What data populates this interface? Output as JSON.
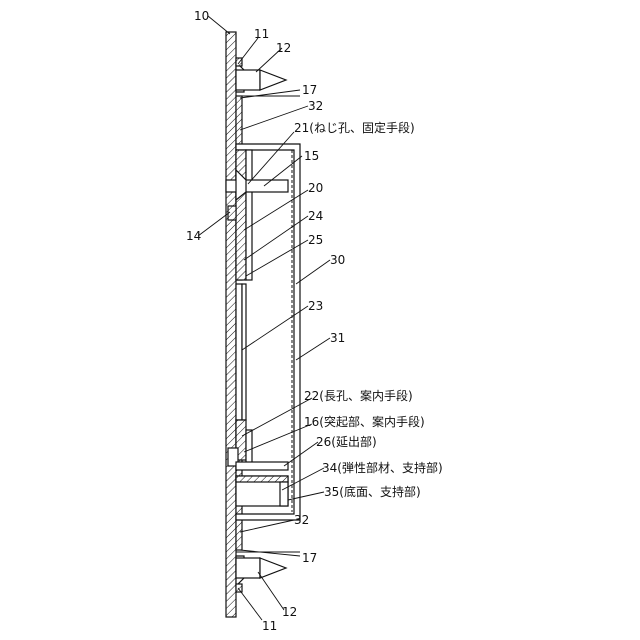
{
  "labels": {
    "l10": "10",
    "l11_top": "11",
    "l12_top": "12",
    "l17_top": "17",
    "l32_top": "32",
    "l21": "21(ねじ孔、固定手段)",
    "l15": "15",
    "l20": "20",
    "l14": "14",
    "l24": "24",
    "l25": "25",
    "l30": "30",
    "l23": "23",
    "l31": "31",
    "l22": "22(長孔、案内手段)",
    "l16": "16(突起部、案内手段)",
    "l26": "26(延出部)",
    "l34": "34(弾性部材、支持部)",
    "l35": "35(底面、支持部)",
    "l32_bottom": "32",
    "l17_bottom": "17",
    "l12_bottom": "12",
    "l11_bottom": "11"
  }
}
